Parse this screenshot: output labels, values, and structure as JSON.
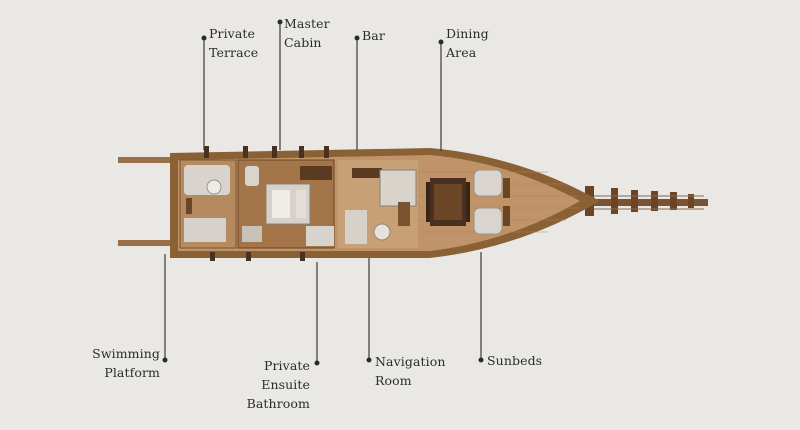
{
  "labels": {
    "private_terrace": "Private\nTerrace",
    "master_cabin": "Master\nCabin",
    "bar": "Bar",
    "dining_area": "Dining\nArea",
    "swimming_platform": "Swimming\nPlatform",
    "private_ensuite_bathroom": "Private\nEnsuite\nBathroom",
    "navigation_room": "Navigation\nRoom",
    "sunbeds": "Sunbeds"
  },
  "colors": {
    "background": "#e9e8e5",
    "hull": "#8a6035",
    "deck": "#c09468",
    "leader_line": "#3a3a3a",
    "text": "#2b2b2b"
  }
}
